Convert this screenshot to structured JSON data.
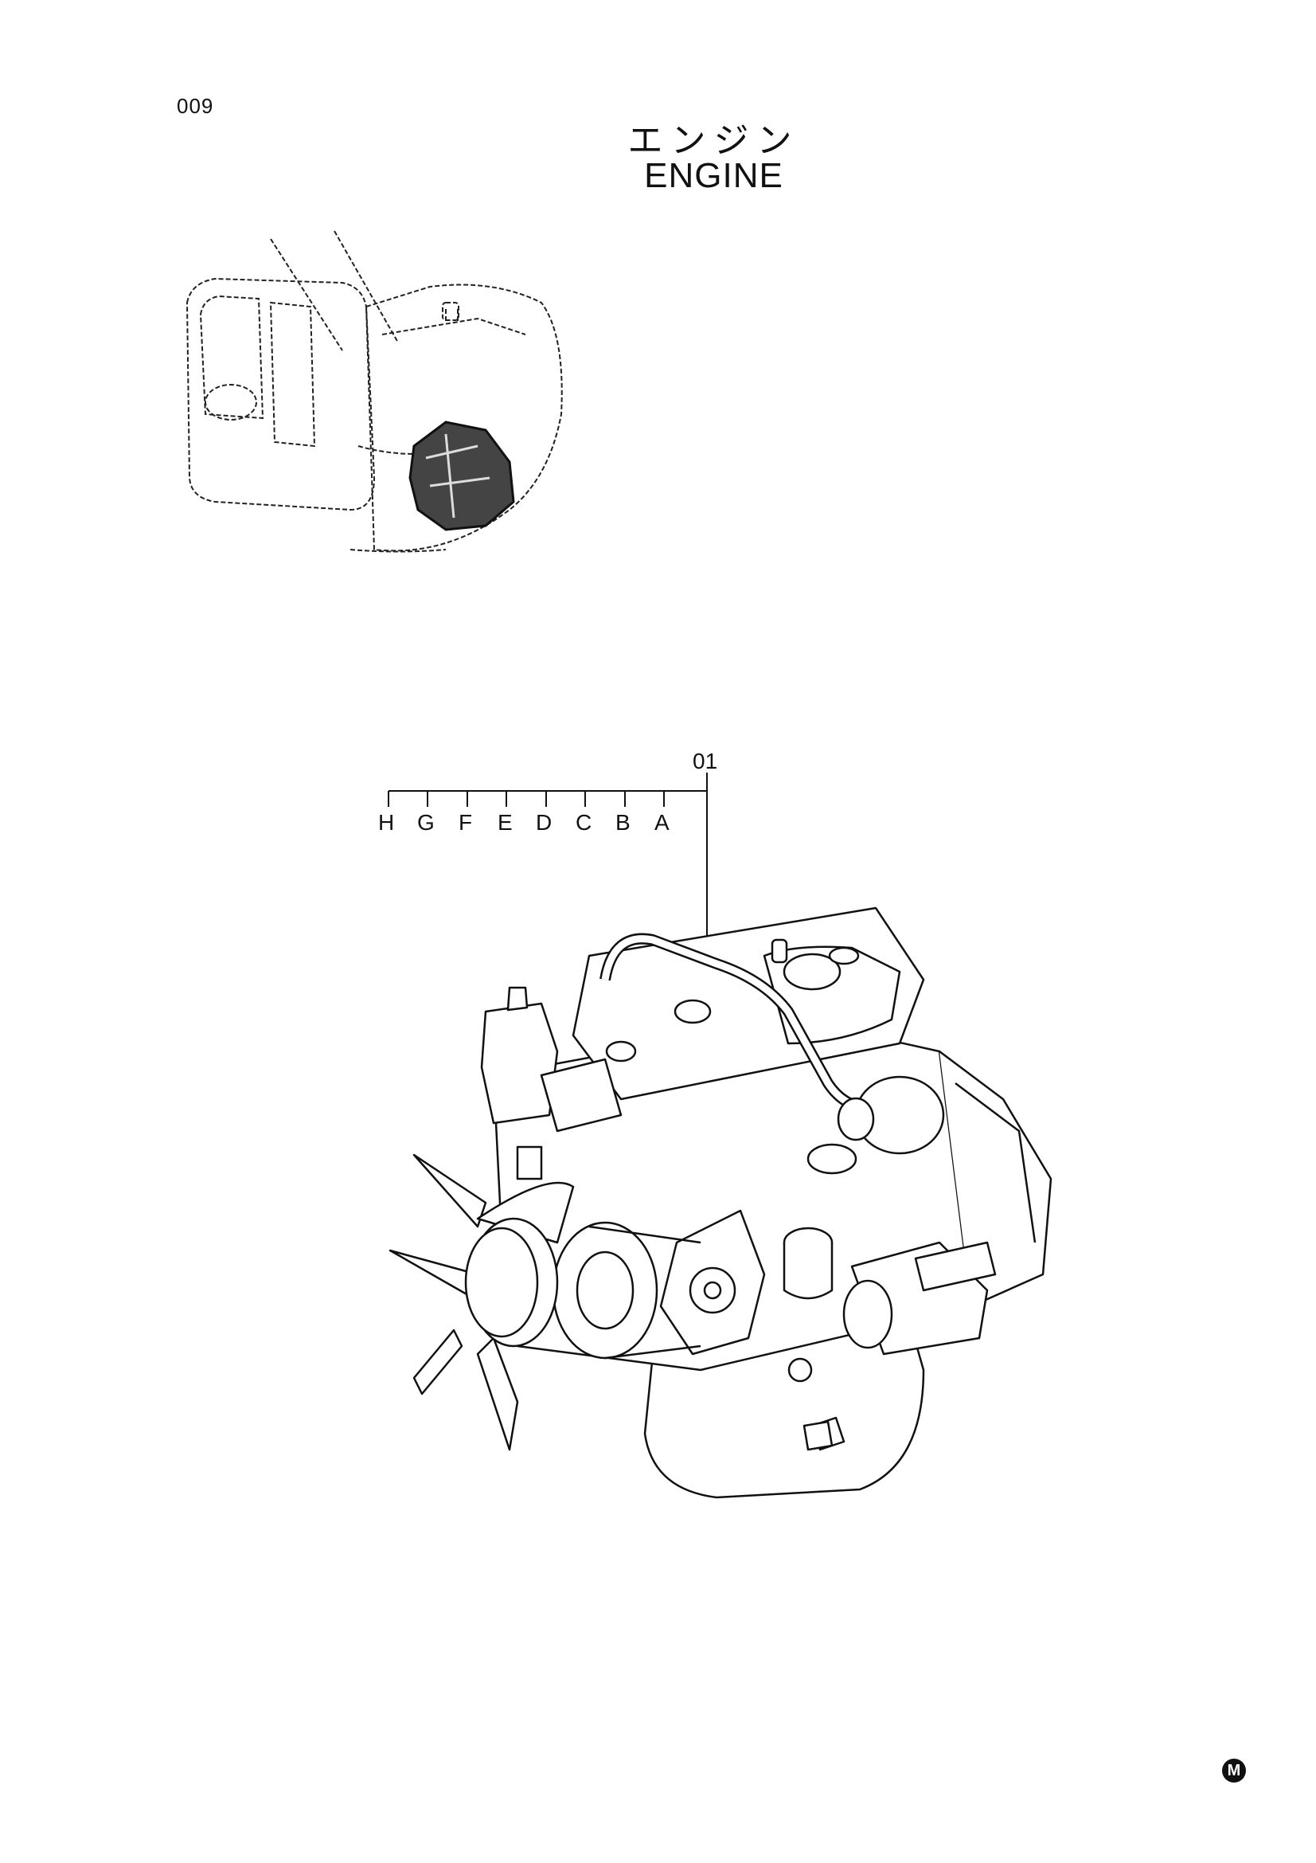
{
  "page": {
    "number": "009",
    "title_jp": "エンジン",
    "title_en": "ENGINE",
    "mark": "M"
  },
  "callout": {
    "part": "01",
    "sub_parts": [
      "H",
      "G",
      "F",
      "E",
      "D",
      "C",
      "B",
      "A"
    ]
  }
}
